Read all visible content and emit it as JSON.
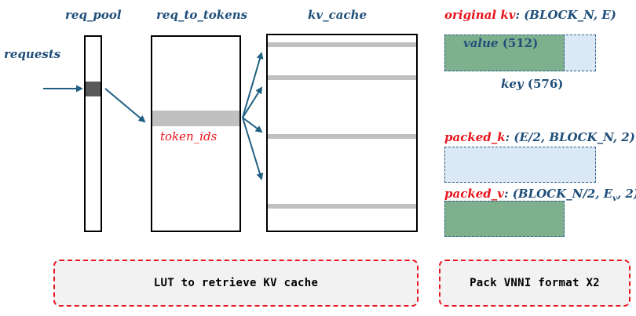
{
  "left": {
    "requests_label": "requests",
    "req_pool_label": "req_pool",
    "req_to_tokens_label": "req_to_tokens",
    "kv_cache_label": "kv_cache",
    "token_ids_label": "token_ids",
    "lut_caption": "LUT to retrieve KV cache"
  },
  "right": {
    "original_kv_name": "original kv",
    "original_kv_shape": ": (BLOCK_N, E)",
    "value_label": "value",
    "value_dim": "(512)",
    "key_label": "key",
    "key_dim": "(576)",
    "packed_k_name": "packed_k",
    "packed_k_shape": ": (E/2, BLOCK_N, 2)",
    "packed_v_name": "packed_v",
    "packed_v_shape_pre": ": (BLOCK_N/2, E",
    "packed_v_sub": "v",
    "packed_v_shape_post": ", 2)",
    "vnni_caption": "Pack VNNI format X2"
  },
  "colors": {
    "label_blue": "#1f4e79",
    "accent_red": "#e8141c",
    "key_fill": "#dbe8f5",
    "value_fill": "#7fb08d",
    "slot_gray": "#c0c0c0",
    "arrow": "#1f5f82"
  }
}
